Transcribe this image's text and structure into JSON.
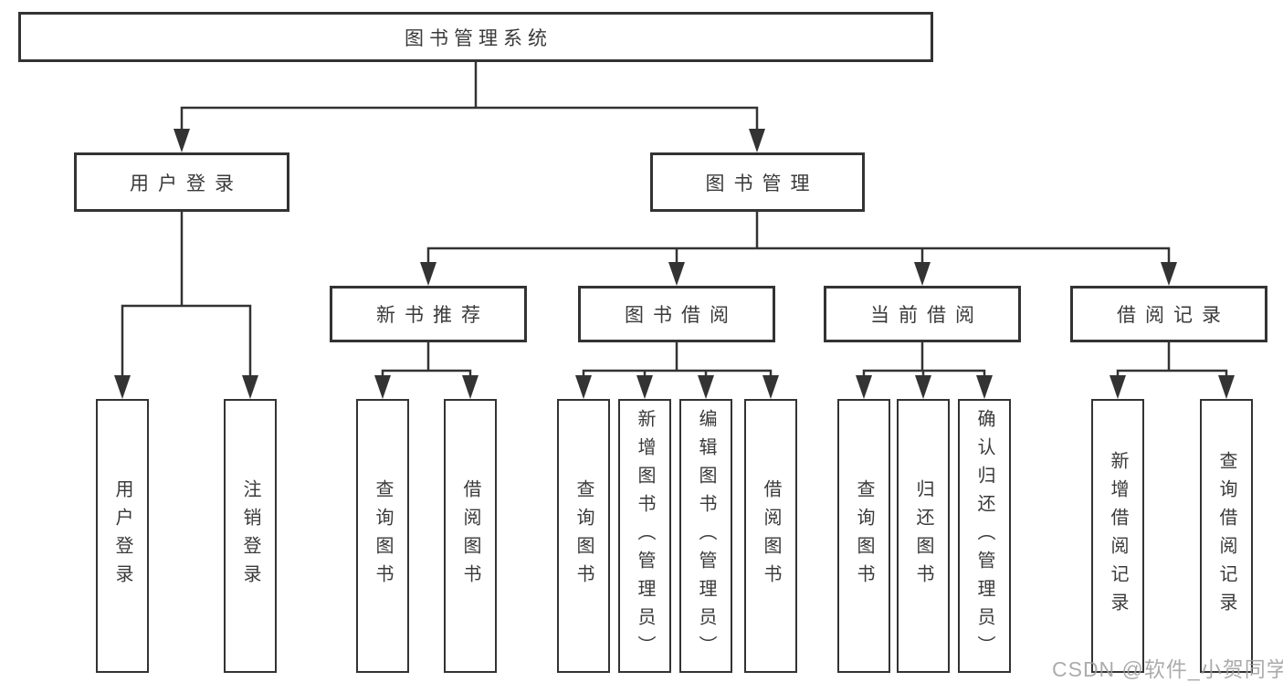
{
  "colors": {
    "line": "#333333",
    "box_border": "#333333",
    "text": "#3a3a3a",
    "background": "#ffffff",
    "watermark": "#9e9e9e"
  },
  "diagram": {
    "root": {
      "label": "图书管理系统"
    },
    "user_login": {
      "label": "用户登录",
      "children": [
        {
          "label": "用户登录"
        },
        {
          "label": "注销登录"
        }
      ]
    },
    "book_management": {
      "label": "图书管理",
      "sections": [
        {
          "label": "新书推荐",
          "children": [
            {
              "label": "查询图书"
            },
            {
              "label": "借阅图书"
            }
          ]
        },
        {
          "label": "图书借阅",
          "children": [
            {
              "label": "查询图书"
            },
            {
              "label": "新增图书（管理员）"
            },
            {
              "label": "编辑图书（管理员）"
            },
            {
              "label": "借阅图书"
            }
          ]
        },
        {
          "label": "当前借阅",
          "children": [
            {
              "label": "查询图书"
            },
            {
              "label": "归还图书"
            },
            {
              "label": "确认归还（管理员）"
            }
          ]
        },
        {
          "label": "借阅记录",
          "children": [
            {
              "label": "新增借阅记录"
            },
            {
              "label": "查询借阅记录"
            }
          ]
        }
      ]
    }
  },
  "watermark": {
    "text": "CSDN @软件_小贺同学"
  }
}
